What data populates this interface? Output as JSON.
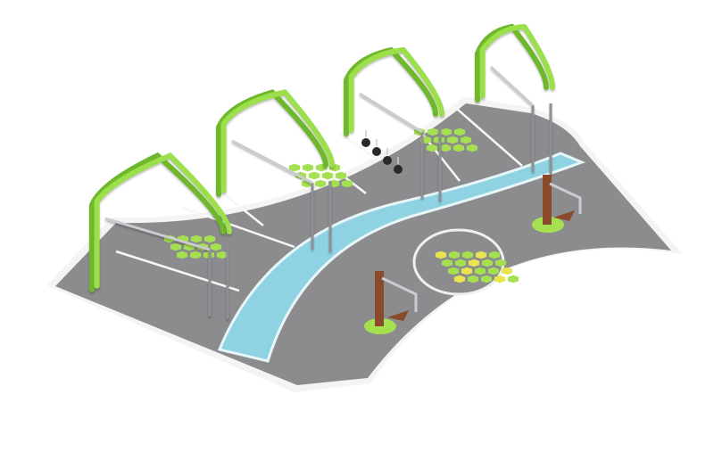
{
  "colors": {
    "background": "#ffffff",
    "ground": "#8c8c8e",
    "ground_edge": "#f4f4f4",
    "lane_lines": "#f7f7f7",
    "path": "#8fd3e2",
    "path_edge": "#e9f6f9",
    "frame": "#9be04a",
    "frame_dark": "#6fb82c",
    "steel": "#c9ccd0",
    "steel_dark": "#8d9196",
    "hex_green": "#a5e050",
    "hex_yellow": "#e9e552",
    "circle": "#f0f0f0",
    "wood": "#8a4a2c",
    "weights": "#2a2a2a"
  },
  "scene": {
    "stations_top_row": 4,
    "stations_bottom": 2,
    "kettlebells": 4,
    "hex_clusters": [
      "hex-cluster-1",
      "hex-cluster-2",
      "hex-cluster-3",
      "hex-cluster-4"
    ]
  }
}
